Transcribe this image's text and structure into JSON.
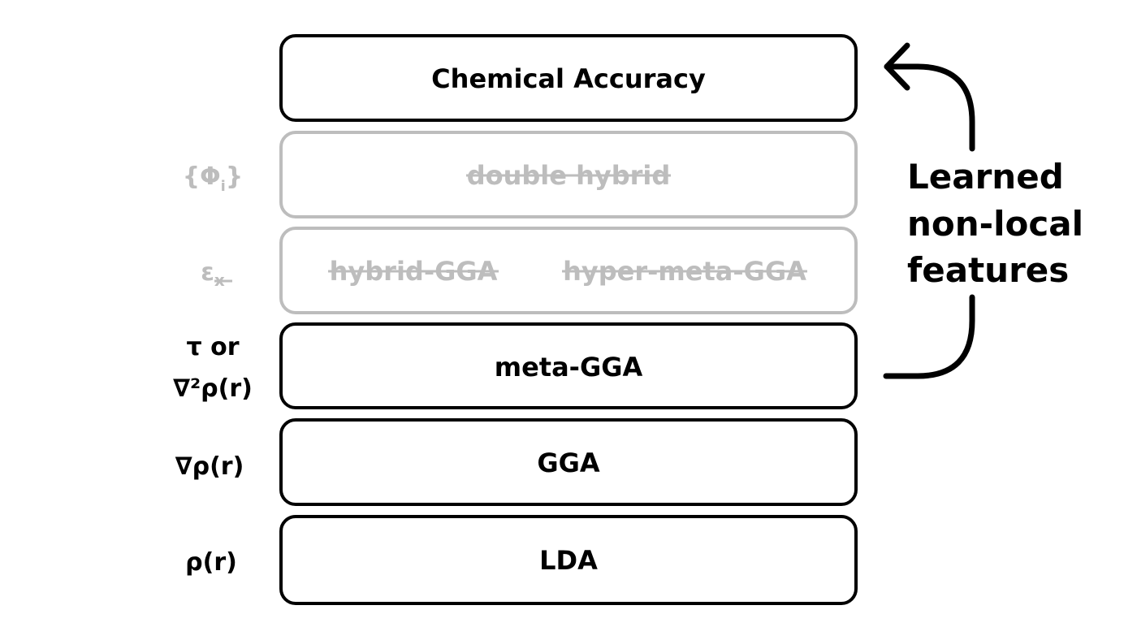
{
  "rungs": {
    "chemical_accuracy": "Chemical Accuracy",
    "double_hybrid": "double hybrid",
    "hybrid_gga": "hybrid-GGA",
    "hyper_meta_gga": "hyper-meta-GGA",
    "meta_gga": "meta-GGA",
    "gga": "GGA",
    "lda": "LDA"
  },
  "ingredients": {
    "orbitals_open": "{Φ",
    "orbitals_sub": "i",
    "orbitals_close": "}",
    "exact_exchange": "ε",
    "exact_exchange_sub": "x",
    "tau_line1": "τ or",
    "laplacian": "∇²ρ(r)",
    "gradient": "∇ρ(r)",
    "density": "ρ(r)"
  },
  "annotation": {
    "line1": "Learned",
    "line2": "non-local",
    "line3": "features"
  },
  "colors": {
    "active": "#000000",
    "crossed_out": "#bdbdbd"
  }
}
